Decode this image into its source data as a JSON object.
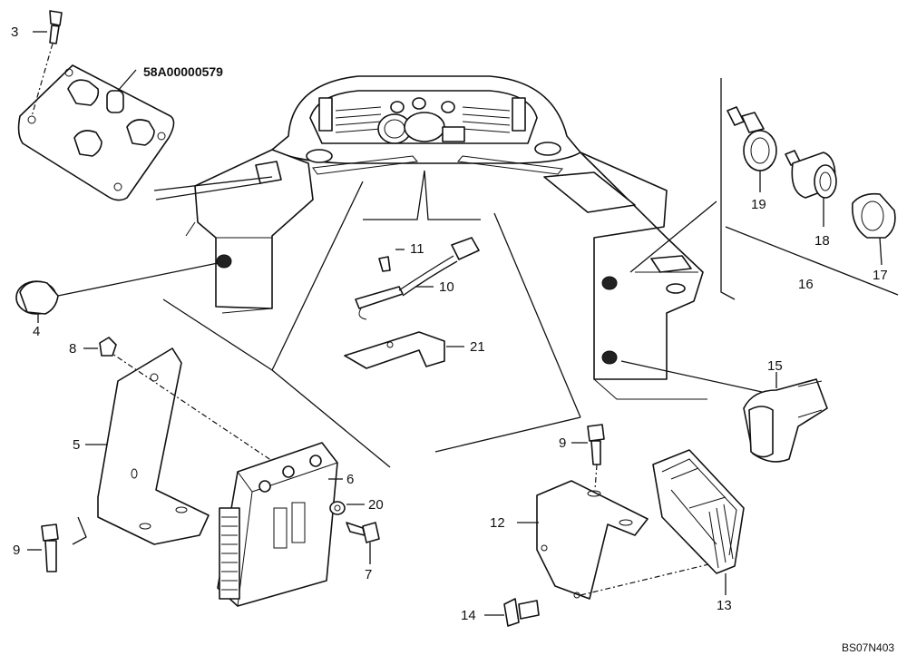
{
  "diagram": {
    "part_code": "58A00000579",
    "drawing_ref": "BS07N403",
    "callouts": [
      {
        "id": "c3",
        "text": "3"
      },
      {
        "id": "c4",
        "text": "4"
      },
      {
        "id": "c5",
        "text": "5"
      },
      {
        "id": "c6",
        "text": "6"
      },
      {
        "id": "c7",
        "text": "7"
      },
      {
        "id": "c8",
        "text": "8"
      },
      {
        "id": "c9a",
        "text": "9"
      },
      {
        "id": "c9b",
        "text": "9"
      },
      {
        "id": "c10",
        "text": "10"
      },
      {
        "id": "c11",
        "text": "11"
      },
      {
        "id": "c12",
        "text": "12"
      },
      {
        "id": "c13",
        "text": "13"
      },
      {
        "id": "c14",
        "text": "14"
      },
      {
        "id": "c15",
        "text": "15"
      },
      {
        "id": "c16",
        "text": "16"
      },
      {
        "id": "c17",
        "text": "17"
      },
      {
        "id": "c18",
        "text": "18"
      },
      {
        "id": "c19",
        "text": "19"
      },
      {
        "id": "c20",
        "text": "20"
      },
      {
        "id": "c21",
        "text": "21"
      }
    ]
  }
}
